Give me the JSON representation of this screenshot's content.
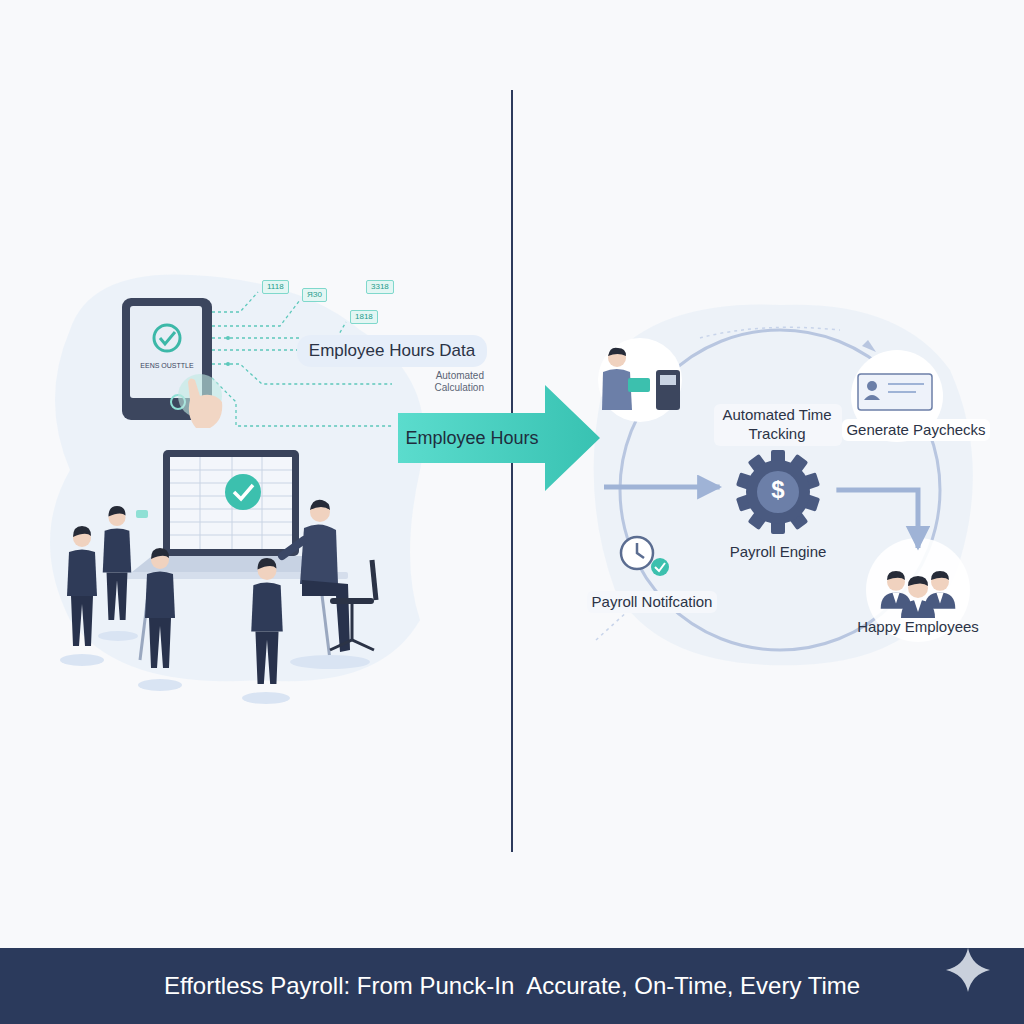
{
  "diagram": {
    "caption": "Effortless Payroll: From Punck-In  Accurate, On-Time, Every Time",
    "nodes": [
      {
        "text": [
          "Employee Hours Data"
        ]
      },
      {
        "text": [
          "Employee Hours"
        ]
      },
      {
        "text": [
          "Automated Time Tracking"
        ]
      },
      {
        "text": [
          "Generate Paychecks"
        ]
      },
      {
        "text": [
          "Payroll Engine"
        ]
      },
      {
        "text": [
          "Payroll Notifcation"
        ]
      },
      {
        "text": [
          "Happy Employees"
        ]
      }
    ],
    "edges": [
      {
        "from": 1,
        "to": 4,
        "arrow": "to"
      },
      {
        "from": 4,
        "to": 6,
        "arrow": "to"
      }
    ],
    "labels": [
      "EENS OUSTTLE",
      "1118",
      "ЯЗ0",
      "3318",
      "1818",
      "Automated Calculation",
      "$"
    ]
  }
}
